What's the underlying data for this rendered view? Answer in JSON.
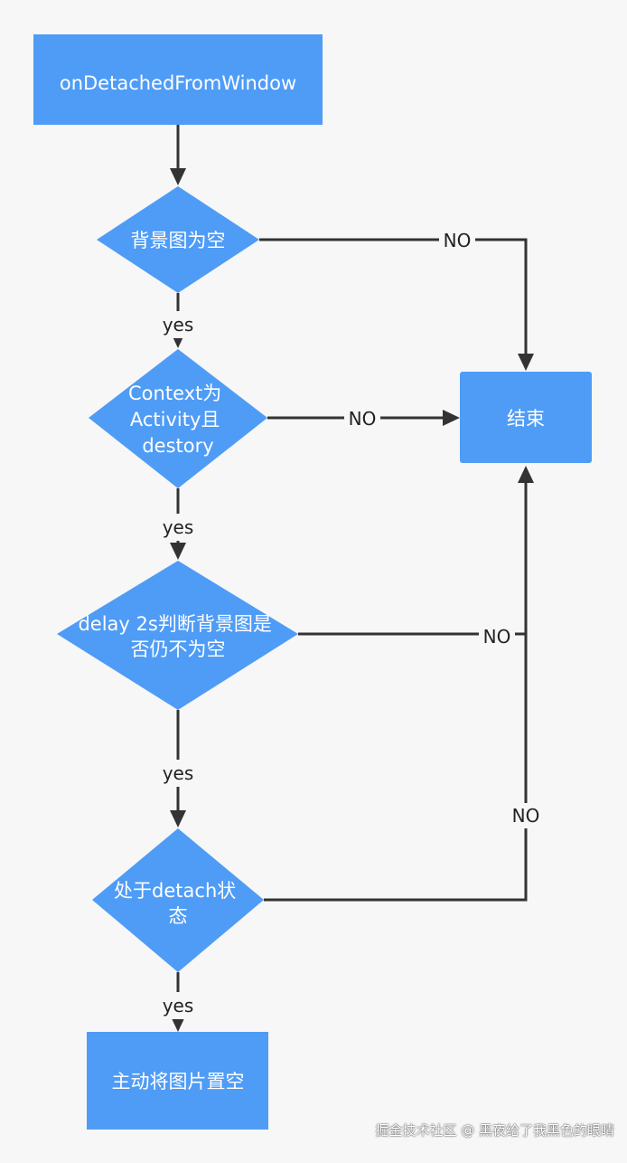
{
  "diagram": {
    "nodes": {
      "start": {
        "lines": [
          "onDetachedFromWindow"
        ]
      },
      "check_bg_null": {
        "lines": [
          "背景图为空"
        ]
      },
      "check_context": {
        "lines": [
          "Context为",
          "Activity且",
          "destory"
        ]
      },
      "check_delay": {
        "lines": [
          "delay 2s判断背景图是",
          "否仍不为空"
        ]
      },
      "check_detach": {
        "lines": [
          "处于detach状",
          "态"
        ]
      },
      "end": {
        "lines": [
          "结束"
        ]
      },
      "clear_bg": {
        "lines": [
          "主动将图片置空"
        ]
      }
    },
    "edge_labels": {
      "yes_1": "yes",
      "yes_2": "yes",
      "yes_3": "yes",
      "yes_4": "yes",
      "no_1": "NO",
      "no_2": "NO",
      "no_3": "NO",
      "no_4": "NO"
    },
    "colors": {
      "node_fill": "#4f9cf6",
      "edge": "#333333",
      "background": "#f7f7f7"
    }
  },
  "watermark": "掘金技术社区 @ 黑夜给了我黑色的眼睛"
}
